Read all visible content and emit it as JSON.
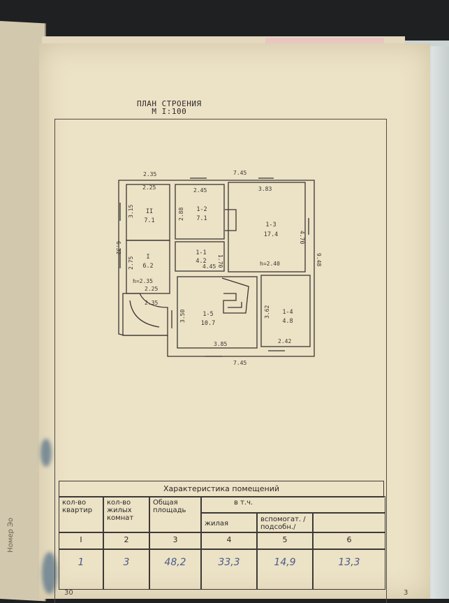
{
  "plan": {
    "title_line1": "ПЛАН СТРОЕНИЯ",
    "title_line2": "М I:100",
    "dimensions": [
      "2.35",
      "7.45",
      "2.25",
      "2.45",
      "3.83",
      "3.15",
      "2.88",
      "4.70",
      "6.32",
      "2.75",
      "4.45",
      "1.70",
      "9.48",
      "2.25",
      "2.35",
      "3.50",
      "3.62",
      "3.85",
      "2.42",
      "7.45"
    ],
    "heights": [
      "h=2.35",
      "h=2.40"
    ],
    "rooms": [
      {
        "id": "II",
        "area": "7.1"
      },
      {
        "id": "I",
        "area": "6.2"
      },
      {
        "id": "1-2",
        "area": "7.1"
      },
      {
        "id": "1-1",
        "area": "4.2"
      },
      {
        "id": "1-3",
        "area": "17.4"
      },
      {
        "id": "1-5",
        "area": "10.7"
      },
      {
        "id": "1-4",
        "area": "4.8"
      }
    ]
  },
  "table": {
    "title": "Характеристика помещений",
    "headers": {
      "kvartir": "кол-во квартир",
      "zhilyh": "кол-во жилых комнат",
      "obshaya": "Общая площадь",
      "vtch": "в т.ч.",
      "zhilaya": "жилая",
      "vspomog": "вспомогат. /подсобн./"
    },
    "column_numbers": [
      "I",
      "2",
      "3",
      "4",
      "5",
      "6"
    ],
    "values": [
      "1",
      "3",
      "48,2",
      "33,3",
      "14,9",
      "13,3"
    ]
  },
  "page_numbers": {
    "left": "30",
    "right": "3"
  },
  "side_text": "Номер Эо"
}
